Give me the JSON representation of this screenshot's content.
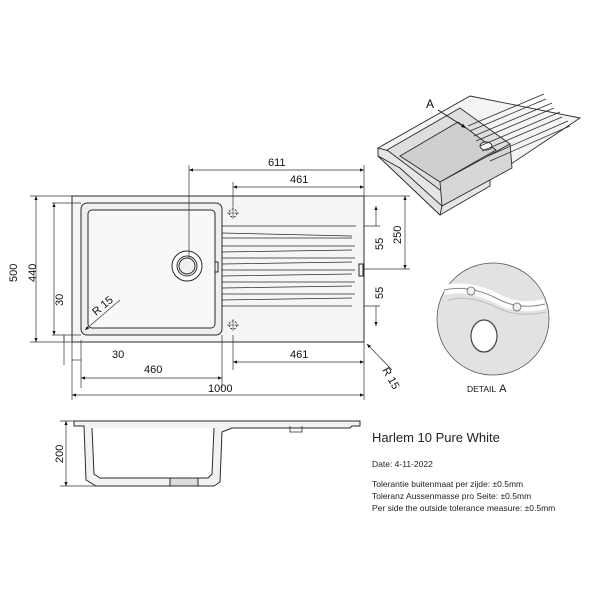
{
  "product": {
    "title": "Harlem 10 Pure White",
    "date": "Date: 4-11-2022",
    "tolerances": [
      "Tolerantie buitenmaat per zijde: ±0.5mm",
      "Toleranz Aussenmasse pro Seite: ±0.5mm",
      "Per side the outside tolerance measure: ±0.5mm"
    ]
  },
  "dimensions": {
    "overall_width": "1000",
    "overall_depth": "500",
    "drainer_span": "611",
    "drainer_top": "461",
    "drainer_bottom": "461",
    "bowl_width": "460",
    "bowl_depth": "440",
    "left_margin_bottom": "30",
    "left_margin_side": "30",
    "corner_radius_inner": "R 15",
    "corner_radius_outer": "R 15",
    "rib_offset_top": "55",
    "rib_offset_bottom": "55",
    "drainer_depth": "250",
    "bowl_height": "200"
  },
  "detail": {
    "marker": "A",
    "caption_text": "DETAIL",
    "caption_letter": "A"
  },
  "colors": {
    "line": "#2a2a2a",
    "fill_light": "#f3f3f3",
    "fill_shade": "#dcdcdc"
  }
}
